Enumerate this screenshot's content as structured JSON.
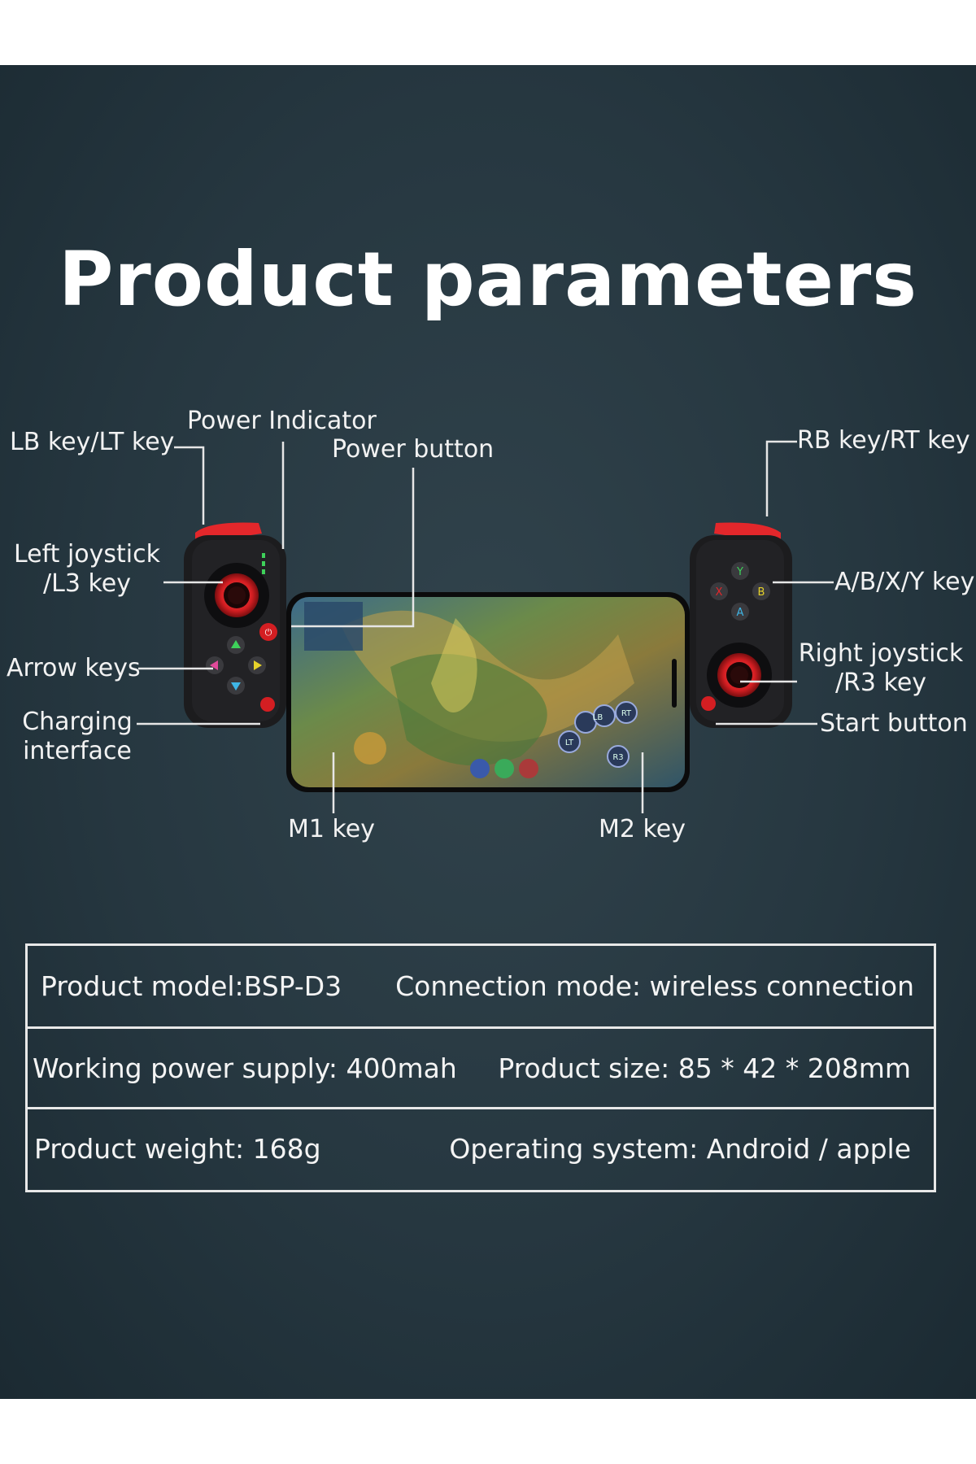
{
  "title": "Product parameters",
  "callouts": {
    "lb_lt": "LB key/LT key",
    "power_indicator": "Power Indicator",
    "power_button": "Power button",
    "rb_rt": "RB key/RT key",
    "left_joystick_1": "Left joystick",
    "left_joystick_2": "/L3 key",
    "abxy": "A/B/X/Y key",
    "arrow_keys": "Arrow keys",
    "right_joystick_1": "Right joystick",
    "right_joystick_2": "/R3 key",
    "charging_1": "Charging",
    "charging_2": "interface",
    "start_button": "Start button",
    "m1": "M1 key",
    "m2": "M2 key"
  },
  "controller": {
    "face_buttons": {
      "y": "Y",
      "x": "X",
      "b": "B",
      "a": "A"
    },
    "game_overlay_buttons": [
      "LB",
      "RT",
      "LT",
      "R3"
    ]
  },
  "specs": [
    {
      "left": "Product model:BSP-D3",
      "right": "Connection mode: wireless connection"
    },
    {
      "left": "Working power supply: 400mah",
      "right": "Product size: 85 * 42 * 208mm"
    },
    {
      "left": "Product weight: 168g",
      "right": "Operating system: Android / apple"
    }
  ],
  "colors": {
    "background": "#263740",
    "controller_body": "#1a1a1c",
    "accent_red": "#e3272b",
    "text": "#ffffff"
  }
}
